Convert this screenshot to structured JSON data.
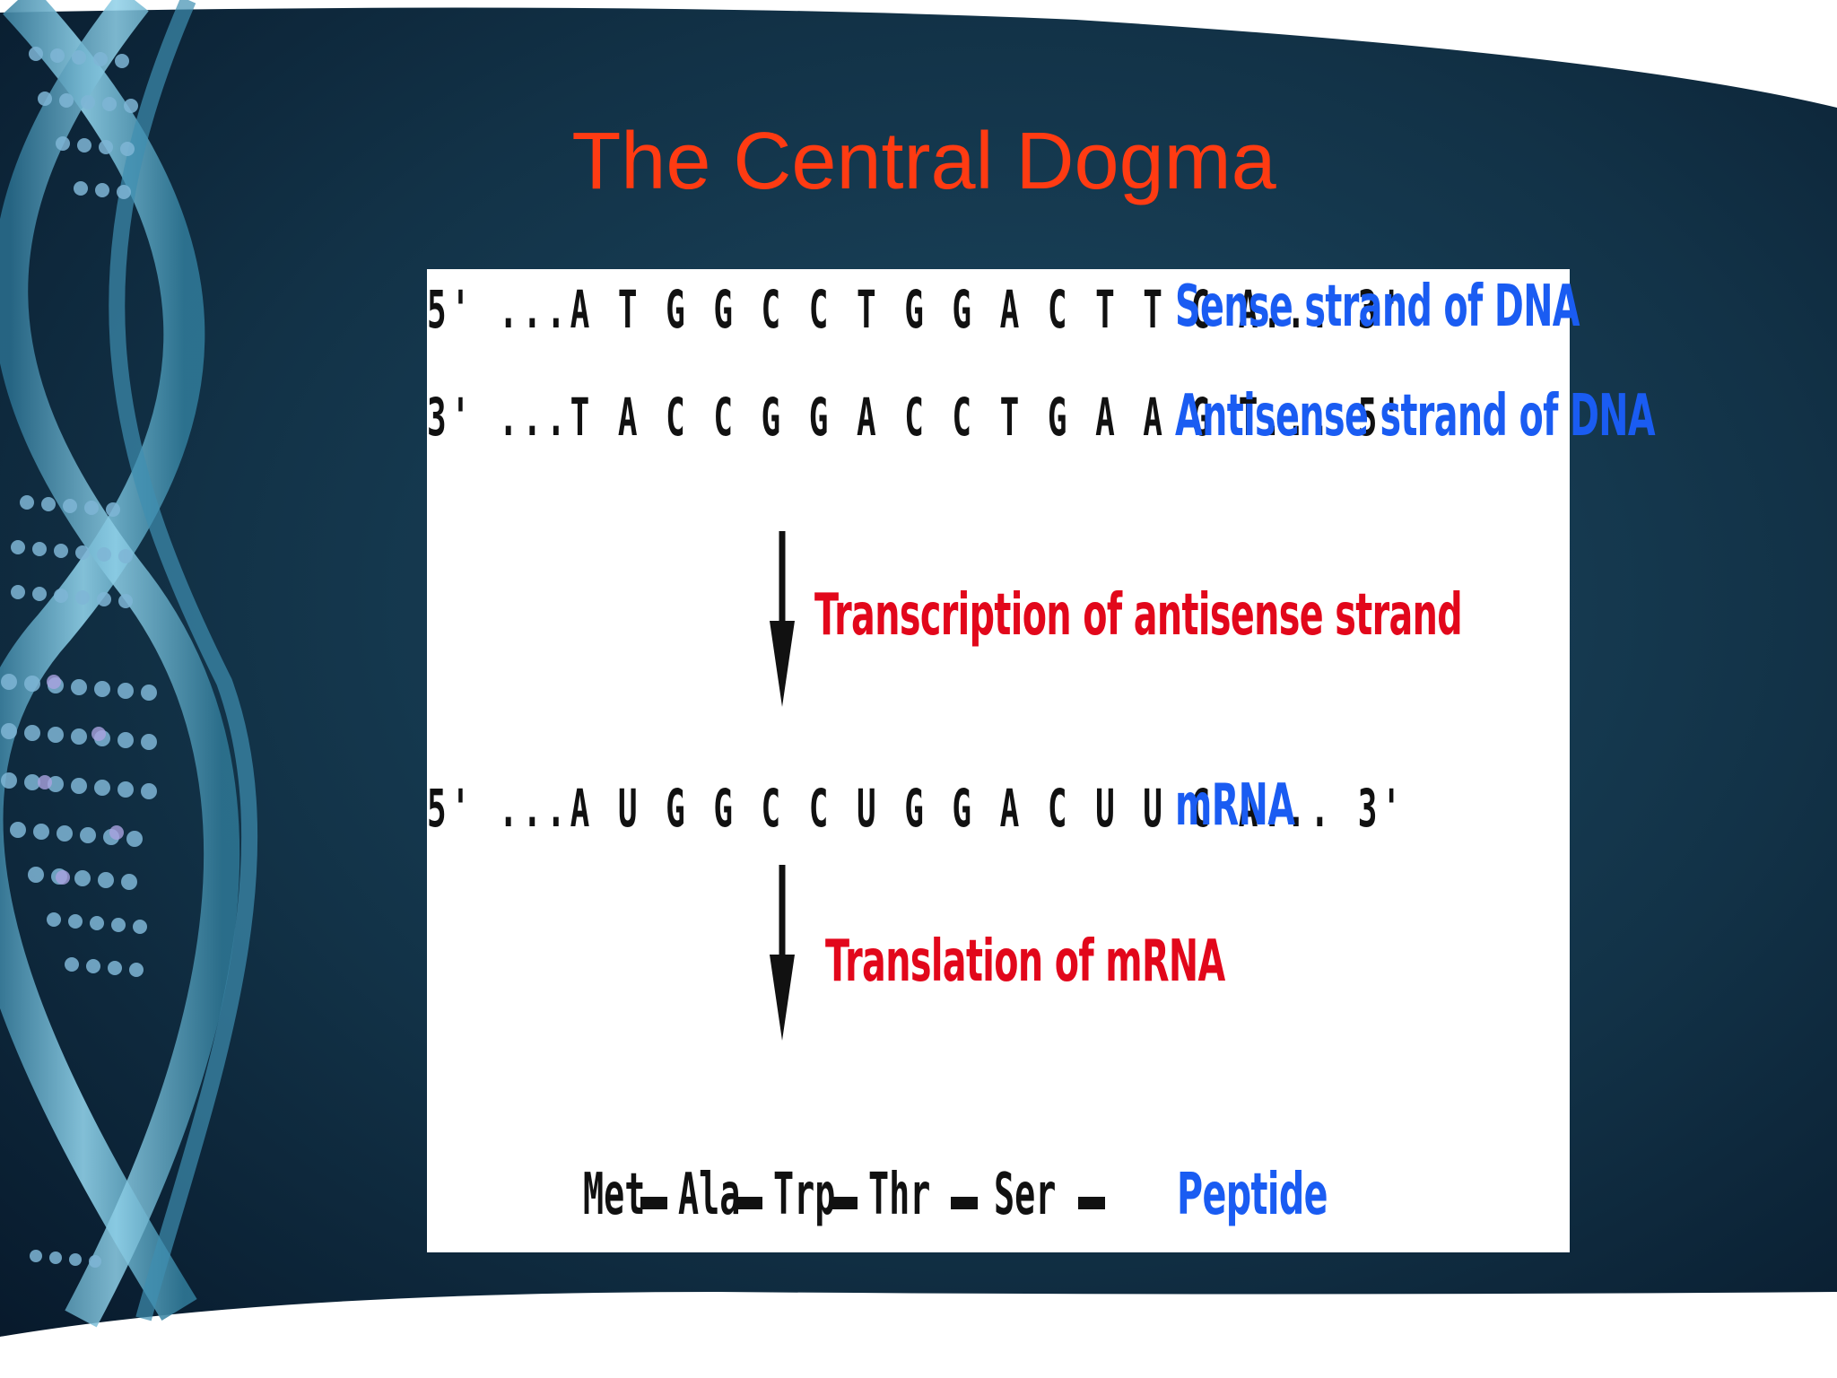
{
  "slide": {
    "title": "The Central Dogma"
  },
  "diagram": {
    "sense_sequence": "5' ...A T G G C C T G G A C T T C A... 3'",
    "sense_label": "Sense strand of DNA",
    "antisense_sequence": "3' ...T A C C G G A C C T G A A G T... 5'",
    "antisense_label": "Antisense strand of DNA",
    "transcription_label": "Transcription of antisense strand",
    "mrna_sequence": "5' ...A U G G C C U G G A C U U C A... 3'",
    "mrna_label": "mRNA",
    "translation_label": "Translation of mRNA",
    "peptide": [
      "Met",
      "Ala",
      "Trp",
      "Thr",
      "Ser"
    ],
    "peptide_label": "Peptide"
  },
  "colors": {
    "title": "#ff3b12",
    "strand_label": "#1a5cf2",
    "process_label": "#e2071b",
    "background": "#0c2436"
  }
}
